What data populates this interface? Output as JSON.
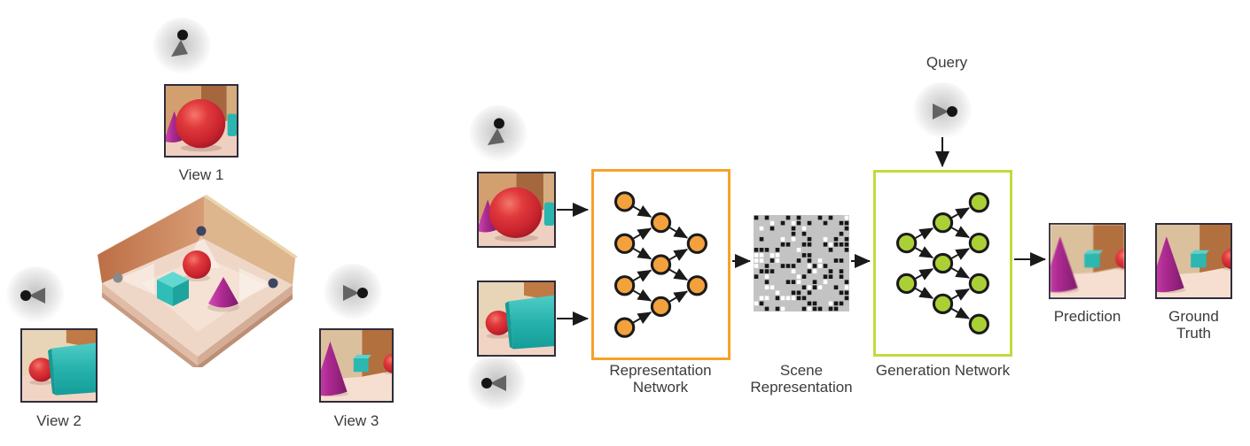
{
  "labels": {
    "view1": "View 1",
    "view2": "View 2",
    "view3": "View 3",
    "query": "Query",
    "representation_network": "Representation Network",
    "scene_representation": "Scene Representation",
    "generation_network": "Generation Network",
    "prediction": "Prediction",
    "ground_truth": "Ground Truth"
  },
  "colors": {
    "text": "#3b3b3b",
    "arrow": "#1a1a1a",
    "thumb_border": "#2e2d3a",
    "rep_box_border": "#F6A22B",
    "rep_node_fill": "#F2A13C",
    "gen_box_border": "#BFDC3C",
    "gen_node_fill": "#ABD035",
    "node_stroke": "#1a1a1a",
    "grid_bg": "#c3c3c3",
    "grid_black": "#171717",
    "grid_white": "#ffffff",
    "camera_dot": "#161616",
    "camera_cone": "#636363"
  },
  "networks": {
    "representation": {
      "columns": [
        4,
        3,
        2
      ],
      "node_color_key": "rep_node_fill"
    },
    "generation": {
      "columns": [
        2,
        3,
        4
      ],
      "node_color_key": "gen_node_fill"
    }
  },
  "grid": {
    "rows": 18,
    "cols": 18,
    "seed": 9,
    "p_black": 0.3,
    "p_white": 0.17
  },
  "cameras": {
    "view1": "down",
    "view2": "right",
    "view3": "left",
    "input_top": "down",
    "input_bottom": "right",
    "query": "left"
  },
  "scenes": {
    "view1": {
      "kind": "view1",
      "objects": [
        "magenta-cone",
        "red-sphere",
        "teal-cube-edge"
      ]
    },
    "view2": {
      "kind": "view2",
      "objects": [
        "red-sphere",
        "teal-cube"
      ]
    },
    "view3": {
      "kind": "view3",
      "objects": [
        "magenta-cone",
        "teal-cube",
        "red-sphere-edge"
      ]
    },
    "room": {
      "kind": "room",
      "objects": [
        "red-sphere",
        "teal-cube",
        "magenta-cone",
        "camera-markers"
      ]
    }
  }
}
